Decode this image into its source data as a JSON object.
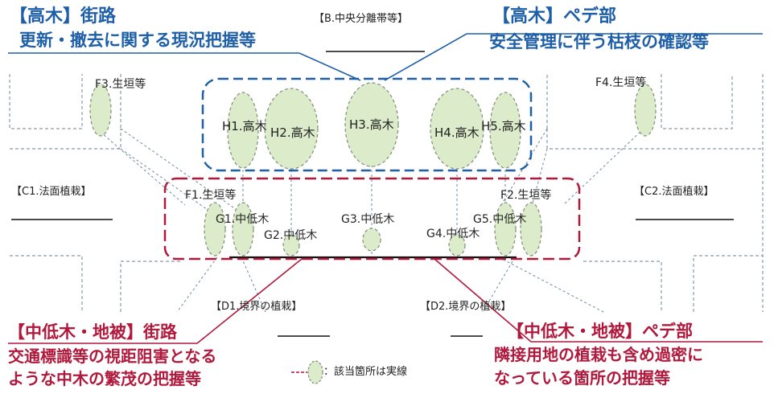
{
  "headers": {
    "tall_street_title": "【高木】街路",
    "tall_street_desc": "更新・撤去に関する現況把握等",
    "tall_ped_title": "【高木】ペデ部",
    "tall_ped_desc": "安全管理に伴う枯枝の確認等",
    "low_street_title": "【中低木・地被】街路",
    "low_street_desc_1": "交通標識等の視距阻害となる",
    "low_street_desc_2": "ような中木の繁茂の把握等",
    "low_ped_title": "【中低木・地被】ペデ部",
    "low_ped_desc_1": "隣接用地の植栽も含め過密に",
    "low_ped_desc_2": "なっている箇所の把握等"
  },
  "areas": {
    "median": "【B.中央分離帯等】",
    "c1": "【C1.法面植栽】",
    "c2": "【C2.法面植栽】",
    "d1": "【D1.境界の植栽】",
    "d2": "【D2.境界の植栽】"
  },
  "trees": {
    "h1": "H1.高木",
    "h2": "H2.高木",
    "h3": "H3.高木",
    "h4": "H4.高木",
    "h5": "H5.高木"
  },
  "shrubs": {
    "g1": "G1.中低木",
    "g2": "G2.中低木",
    "g3": "G3.中低木",
    "g4": "G4.中低木",
    "g5": "G5.中低木"
  },
  "hedges": {
    "f1": "F1.生垣等",
    "f2": "F2.生垣等",
    "f3": "F3.生垣等",
    "f4": "F4.生垣等"
  },
  "legend": {
    "text": "：該当箇所は実線"
  },
  "colors": {
    "blue": "#1e5fa8",
    "red": "#b0183c",
    "tree_fill": "#dcebc9",
    "tree_stroke": "#7d8f77",
    "line_gray": "#6e8aa0"
  }
}
